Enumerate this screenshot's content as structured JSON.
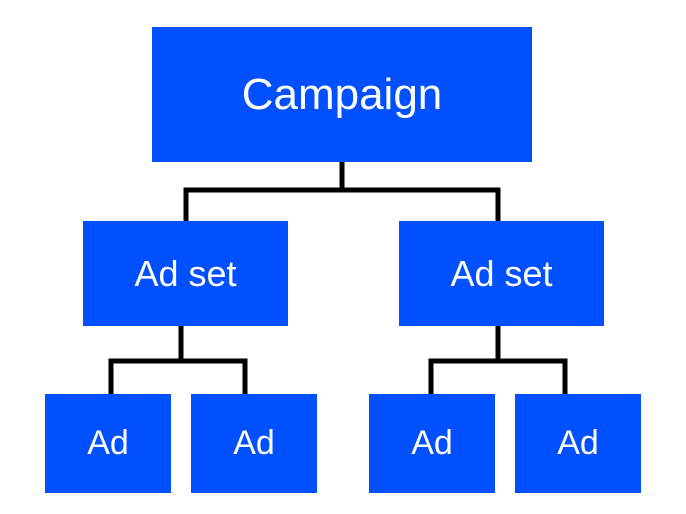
{
  "diagram": {
    "colors": {
      "node_fill": "#0050FF",
      "node_text": "#FFFFFF",
      "connector": "#000000"
    },
    "root": {
      "label": "Campaign"
    },
    "ad_sets": [
      {
        "label": "Ad set",
        "ads": [
          {
            "label": "Ad"
          },
          {
            "label": "Ad"
          }
        ]
      },
      {
        "label": "Ad set",
        "ads": [
          {
            "label": "Ad"
          },
          {
            "label": "Ad"
          }
        ]
      }
    ]
  }
}
